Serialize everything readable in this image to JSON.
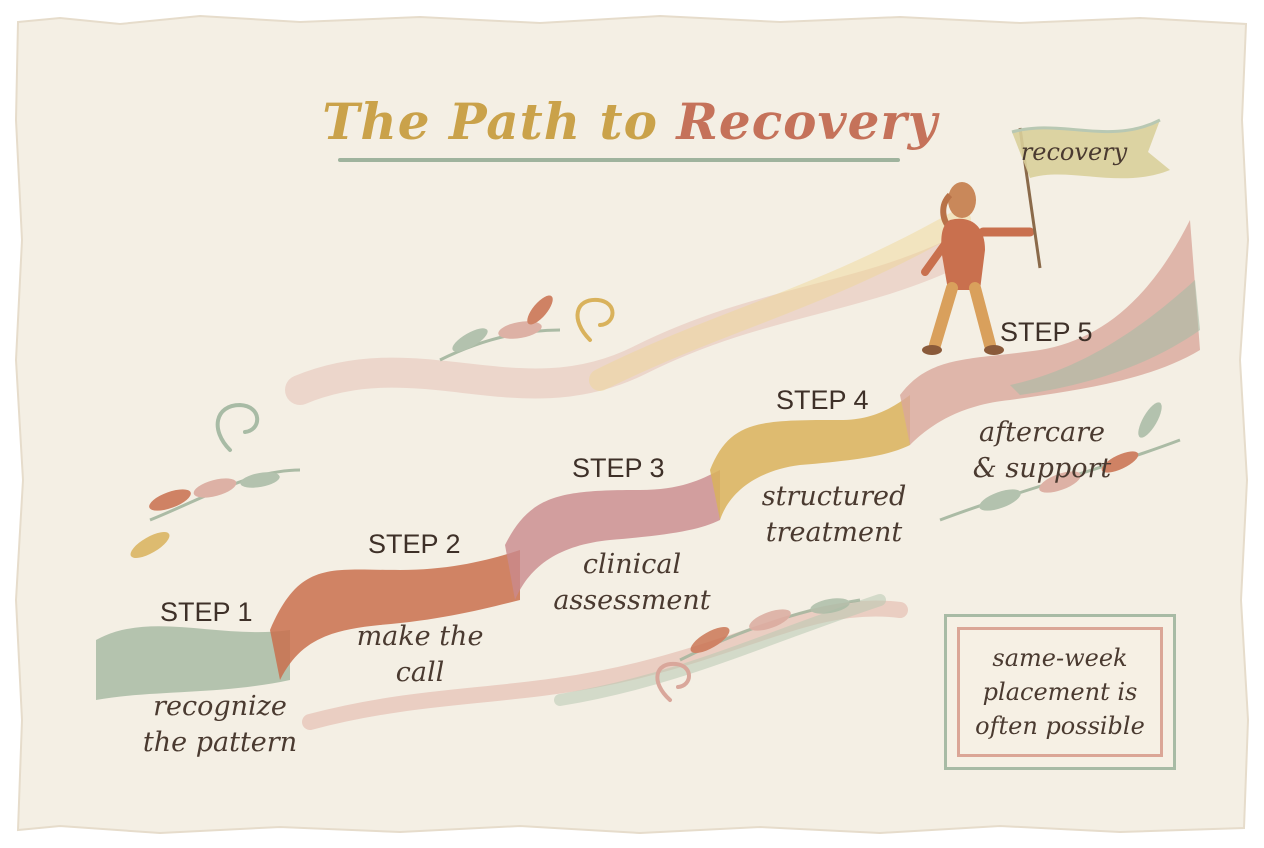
{
  "title": {
    "part1": "The Path to ",
    "part2": "Recovery"
  },
  "flag_label": "recovery",
  "steps": [
    {
      "label": "STEP 1",
      "description_line1": "recognize",
      "description_line2": "the pattern"
    },
    {
      "label": "STEP 2",
      "description_line1": "make the",
      "description_line2": "call"
    },
    {
      "label": "STEP 3",
      "description_line1": "clinical",
      "description_line2": "assessment"
    },
    {
      "label": "STEP 4",
      "description_line1": "structured",
      "description_line2": "treatment"
    },
    {
      "label": "STEP 5",
      "description_line1": "aftercare",
      "description_line2": "& support"
    }
  ],
  "note": {
    "line1": "same-week",
    "line2": "placement is",
    "line3": "often possible"
  },
  "colors": {
    "paper": "#f4efe4",
    "title_gold": "#caa24a",
    "title_terracotta": "#c5725a",
    "sage": "#a8bba5",
    "rose": "#d9a79b",
    "ochre": "#d9b25c",
    "rust": "#c9704e",
    "ink": "#4a3a30"
  },
  "icons": [
    "leaf-sprig-icon",
    "swirl-icon",
    "walking-woman-icon",
    "flag-icon"
  ]
}
